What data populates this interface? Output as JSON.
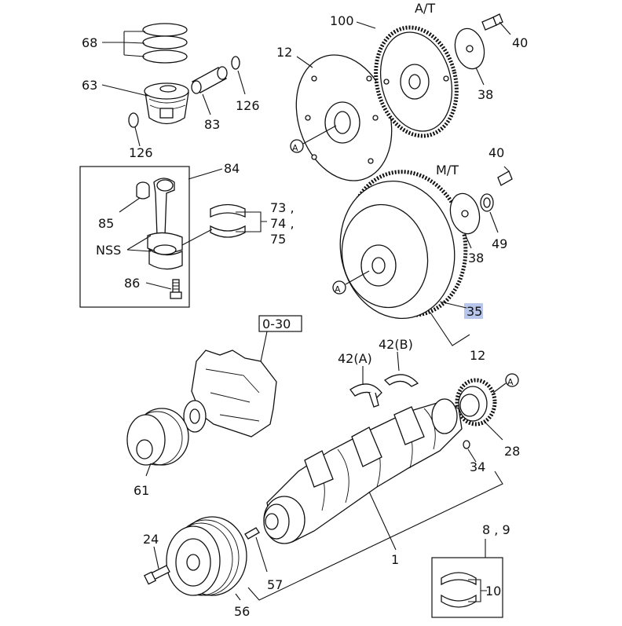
{
  "diagram": {
    "labels": {
      "c68": "68",
      "c63": "63",
      "c126a": "126",
      "c83": "83",
      "c126b": "126",
      "c84": "84",
      "c85": "85",
      "c73": "73 ,",
      "c74": "74 ,",
      "c75": "75",
      "cnss": "NSS",
      "c86": "86",
      "c100": "100",
      "c12a": "12",
      "cat": "A/T",
      "c40a": "40",
      "c38a": "38",
      "cmt": "M/T",
      "c40b": "40",
      "c38b": "38",
      "c49": "49",
      "c35": "35",
      "c12b": "12",
      "c030": "0-30",
      "c42a": "42(A)",
      "c42b": "42(B)",
      "c28": "28",
      "c34": "34",
      "c61": "61",
      "c24": "24",
      "c57": "57",
      "c56": "56",
      "c1": "1",
      "c89": "8 , 9",
      "c10": "10",
      "refA1": "A",
      "refA2": "A",
      "refA3": "A"
    },
    "highlight_color": "#b9c6ec"
  }
}
